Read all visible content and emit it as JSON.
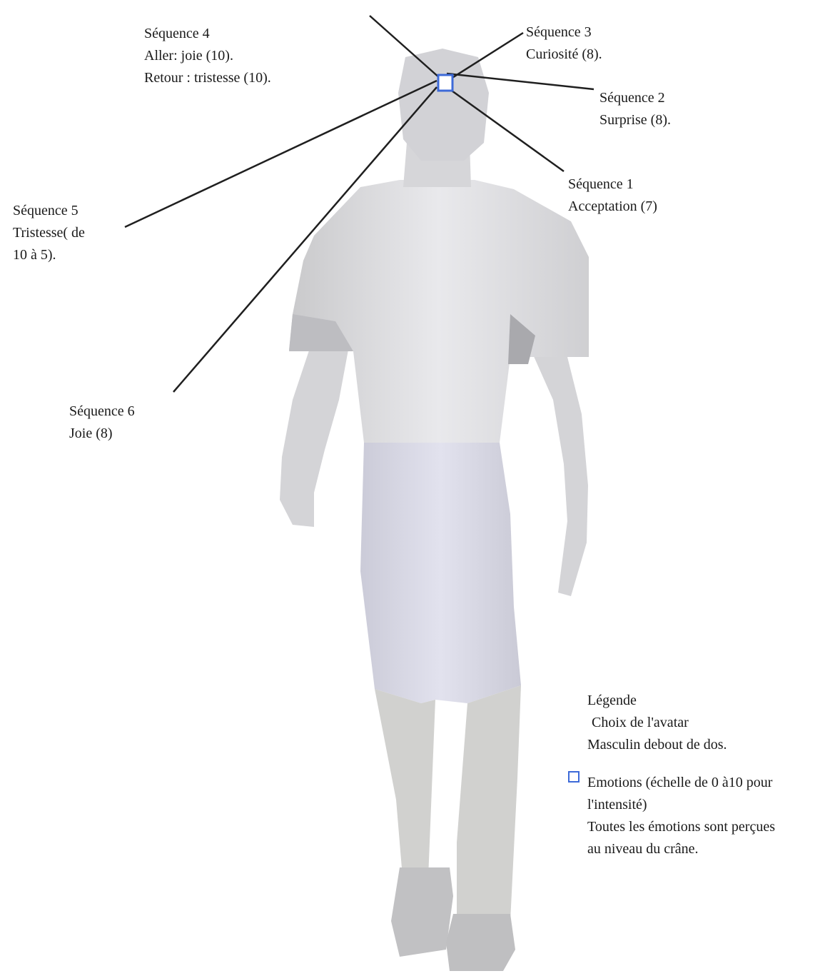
{
  "title": "",
  "marker_color": "#3d6ad8",
  "sequences": [
    {
      "line1": "Séquence 1",
      "line2": "Acceptation (7)"
    },
    {
      "line1": "Séquence 2",
      "line2": "Surprise (8)."
    },
    {
      "line1": "Séquence 3",
      "line2": "Curiosité (8)."
    },
    {
      "line1": "Séquence 4",
      "line2": "Aller: joie (10).",
      "line3": "Retour : tristesse (10)."
    },
    {
      "line1": "Séquence 5",
      "line2": "Tristesse( de",
      "line3": "10 à 5)."
    },
    {
      "line1": "Séquence 6",
      "line2": "Joie (8)"
    }
  ],
  "legend": {
    "title": "Légende",
    "avatar_choice": "Choix de l'avatar",
    "avatar_desc": "Masculin debout de dos.",
    "emotions_line1": "Emotions (échelle de 0 à10 pour",
    "emotions_line2": "l'intensité)",
    "emotions_line3": "Toutes les émotions sont perçues",
    "emotions_line4": "au niveau du crâne."
  }
}
